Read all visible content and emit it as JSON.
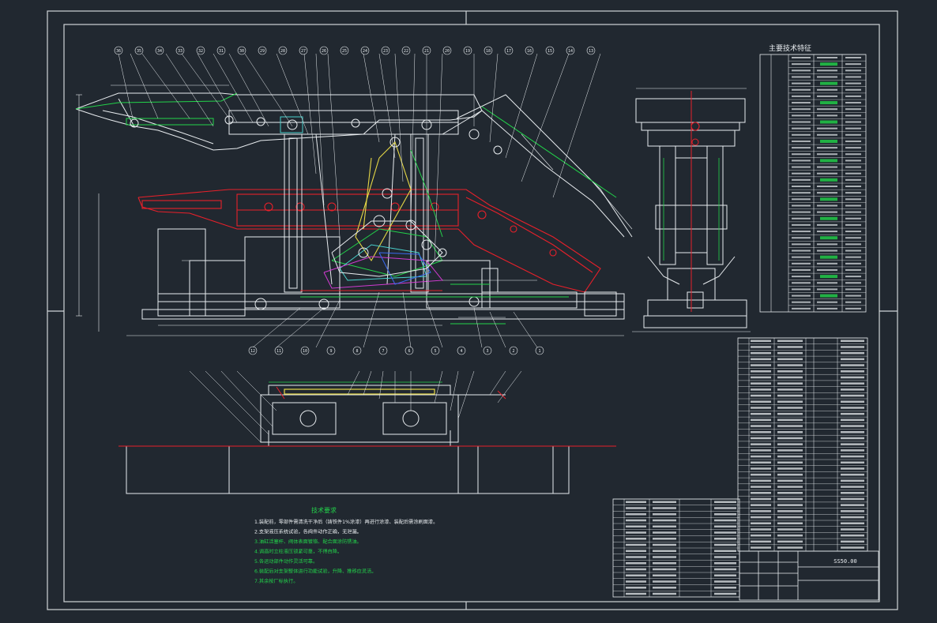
{
  "drawing": {
    "code": "SS50.00",
    "tech_title": "技术要求",
    "specs_title": "主要技术特征",
    "tech_notes": [
      "1.装配前，零部件需清洗干净后（铸铁件1%涂漆）再进行涂漆、装配后需涂刷面漆。",
      "2.支架液压系统试验，各阀件动作正确，无泄漏。",
      "3.油缸活塞杆、阀体表面镀铬、配合面涂防锈油。",
      "4.调高时立柱液压锁紧可靠，不得自降。",
      "5.各运动部件动作灵活可靠。",
      "6.装配后对支架整体进行功能试验，升降、推移应灵活。",
      "7.其余按厂标执行。"
    ],
    "callouts_top": [
      "36",
      "35",
      "34",
      "33",
      "32",
      "31",
      "30",
      "29",
      "28",
      "27",
      "26",
      "25",
      "24",
      "23",
      "22",
      "21",
      "20",
      "19",
      "18",
      "17",
      "16",
      "15",
      "14",
      "13"
    ],
    "callouts_bottom": [
      "12",
      "11",
      "10",
      "9",
      "8",
      "7",
      "6",
      "5",
      "4",
      "3",
      "2",
      "1"
    ],
    "colors": {
      "background": "#212830",
      "frame": "#cfd4d8",
      "red": "#e8202a",
      "yellow": "#e6d846",
      "green": "#22d34a",
      "cyan": "#49d1cc",
      "magenta": "#d23bd2",
      "blue": "#3a6af0",
      "white": "#e8ecef"
    }
  }
}
